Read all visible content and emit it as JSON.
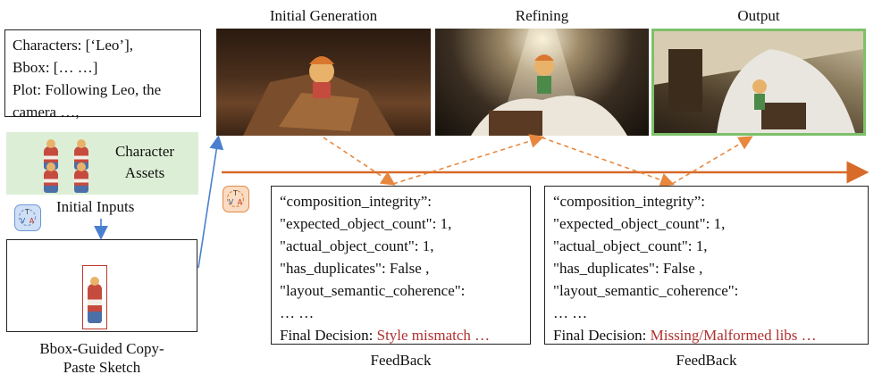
{
  "inputs": {
    "lines": [
      "Characters: [‘Leo’],",
      "Bbox: [… …]",
      "Plot: Following Leo, the",
      "camera …,"
    ]
  },
  "assets": {
    "label_line1": "Character",
    "label_line2": "Assets"
  },
  "initial_inputs_label": "Initial Inputs",
  "sketch": {
    "label_line1": "Bbox-Guided Copy-",
    "label_line2": "Paste Sketch"
  },
  "stages": [
    {
      "title": "Initial Generation"
    },
    {
      "title": "Refining"
    },
    {
      "title": "Output"
    }
  ],
  "tva_icon": {
    "letters": [
      "T",
      "V",
      "A"
    ]
  },
  "feedback": [
    {
      "lines": [
        "“composition_integrity”:",
        "\"expected_object_count\": 1,",
        "\"actual_object_count\": 1,",
        "\"has_duplicates\": False ,",
        "\"layout_semantic_coherence\":",
        "… …"
      ],
      "decision_prefix": "Final Decision: ",
      "decision": "Style mismatch …",
      "label": "FeedBack"
    },
    {
      "lines": [
        "“composition_integrity”:",
        "\"expected_object_count\": 1,",
        "\"actual_object_count\": 1,",
        "\"has_duplicates\": False ,",
        "\"layout_semantic_coherence\":",
        "… …"
      ],
      "decision_prefix": "Final Decision: ",
      "decision": "Missing/Malformed libs …",
      "label": "FeedBack"
    }
  ],
  "colors": {
    "timeline": "#d86a2a",
    "dashed_arrow": "#e8883e",
    "blue_arrow": "#4a7fd0",
    "decision_text": "#b03030",
    "assets_bg": "#dcefd6",
    "output_border": "#7dc06a"
  }
}
